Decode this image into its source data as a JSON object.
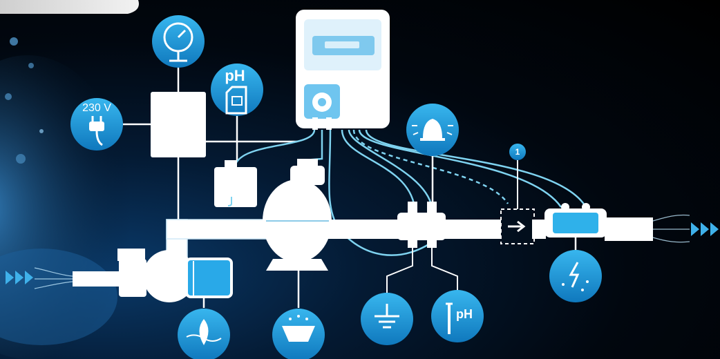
{
  "labels": {
    "voltage": "230 V",
    "ph_top": "pH",
    "ph_bottom": "pH",
    "sensor_number": "1"
  },
  "icons": [
    "power-plug-icon",
    "pressure-gauge-icon",
    "acid-canister-icon",
    "alarm-bell-icon",
    "pump-impeller-icon",
    "filter-strainer-icon",
    "ground-earth-icon",
    "ph-syringe-icon",
    "electrolysis-cell-icon"
  ],
  "colors": {
    "background": "#000000",
    "accent_blue": "#1f9fd6",
    "pipe_white": "#ffffff",
    "line_cyan": "#7fd3f0"
  }
}
